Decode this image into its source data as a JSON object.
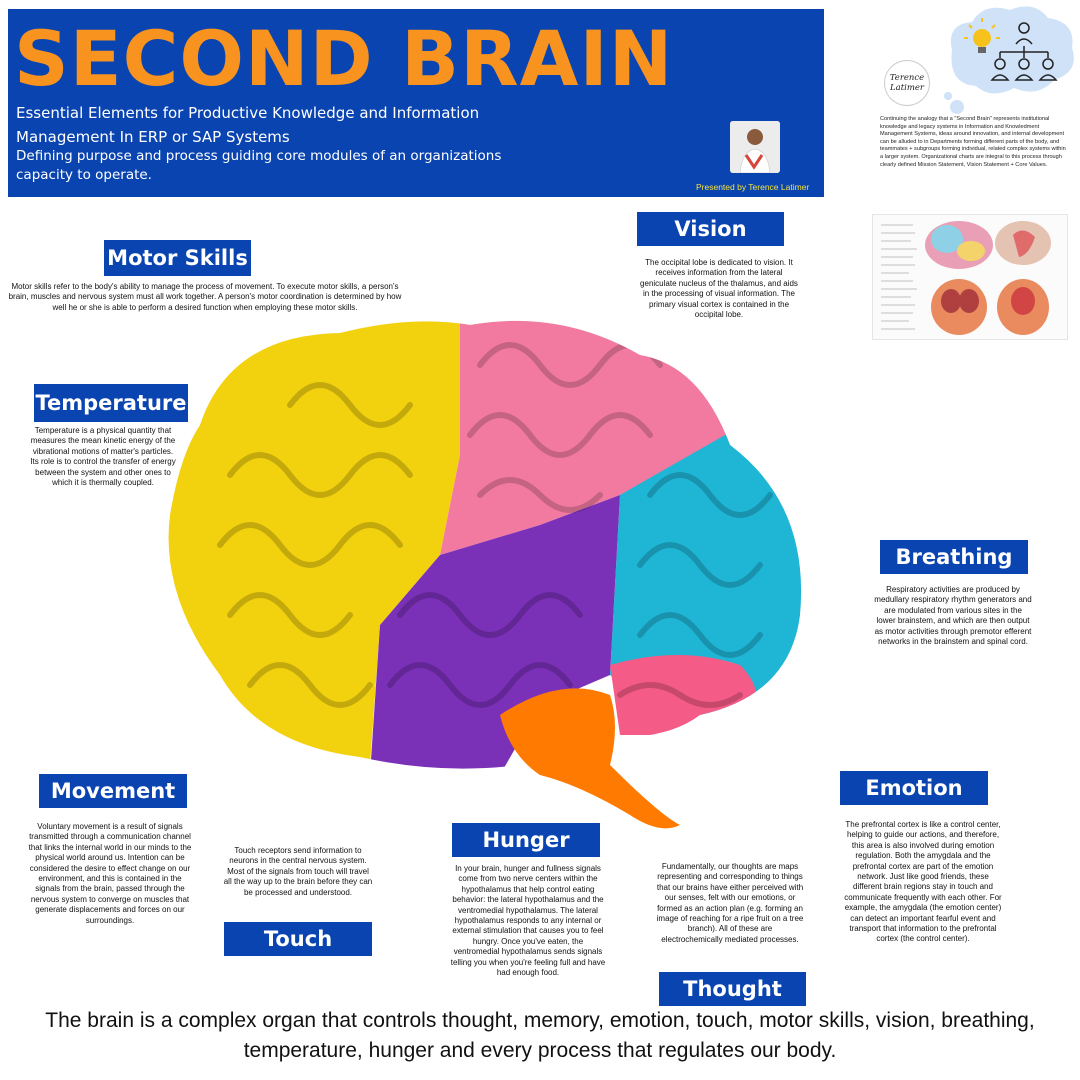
{
  "header": {
    "title": "SECOND BRAIN",
    "subtitle": "Essential Elements for Productive Knowledge and Information Management In ERP or SAP Systems",
    "subtitle2": "Defining purpose and process guiding core modules of an organizations capacity to operate.",
    "presenter": "Presented by Terence Latimer"
  },
  "logo": {
    "line1": "Terence",
    "line2": "Latimer"
  },
  "side_note": "Continuing the analogy that a \"Second Brain\" represents institutional knowledge and legacy systems in Information and Knowledment Management Systems, ideas around innovation, and internal development can be alluded to in Departments forming different parts of the body, and teammates + subgroups forming individual, related complex systems within a larger system. Organizational charts are integral to this process through clearly defined Mission Statement, Vision Statement + Core Values.",
  "sections": {
    "motor_skills": {
      "title": "Motor Skills",
      "text": "Motor skills refer to the body's ability to manage the process of movement. To execute motor skills, a person's brain, muscles and nervous system must all work together. A person's motor coordination is determined by how well he or she is able to perform a desired function when employing these motor skills."
    },
    "vision": {
      "title": "Vision",
      "text": "The occipital lobe is dedicated to vision. It receives information from the lateral geniculate nucleus of the thalamus, and aids in the processing of visual information. The primary visual cortex is contained in the occipital lobe."
    },
    "temperature": {
      "title": "Temperature",
      "text": "Temperature is a physical quantity that measures the mean kinetic energy of the vibrational motions of matter's particles. Its role is to control the transfer of energy between the system and other ones to which it is thermally coupled."
    },
    "breathing": {
      "title": "Breathing",
      "text": "Respiratory activities are produced by medullary respiratory rhythm generators and are modulated from various sites in the lower brainstem, and which are then output as motor activities through premotor efferent networks in the brainstem and spinal cord."
    },
    "movement": {
      "title": "Movement",
      "text": "Voluntary movement is a result of signals transmitted through a communication channel that links the internal world in our minds to the physical world around us. Intention can be considered the desire to effect change on our environment, and this is contained in the signals from the brain, passed through the nervous system to converge on muscles that generate displacements and forces on our surroundings."
    },
    "touch": {
      "title": "Touch",
      "text": "Touch receptors send information to neurons in the central nervous system. Most of the signals from touch will travel all the way up to the brain before they can be processed and understood."
    },
    "hunger": {
      "title": "Hunger",
      "text": "In your brain, hunger and fullness signals come from two nerve centers within the hypothalamus that help control eating behavior: the lateral hypothalamus and the ventromedial hypothalamus. The lateral hypothalamus responds to any internal or external stimulation that causes you to feel hungry. Once you've eaten, the ventromedial hypothalamus sends signals telling you when you're feeling full and have had enough food."
    },
    "thought": {
      "title": "Thought",
      "text": "Fundamentally, our thoughts are maps representing and corresponding to things that our brains have either perceived with our senses, felt with our emotions, or formed as an action plan (e.g. forming an image of reaching for a ripe fruit on a tree branch). All of these are electrochemically mediated processes."
    },
    "emotion": {
      "title": "Emotion",
      "text": "The prefrontal cortex is like a control center, helping to guide our actions, and therefore, this area is also involved during emotion regulation. Both the amygdala and the prefrontal cortex are part of the emotion network. Just like good friends, these different brain regions stay in touch and communicate frequently with each other. For example, the amygdala (the emotion center) can detect an important fearful event and transport that information to the prefrontal cortex (the control center)."
    }
  },
  "footer": "The brain is a complex organ that controls thought, memory, emotion, touch, motor skills, vision, breathing, temperature, hunger and every process that regulates our body.",
  "colors": {
    "header_bg": "#0a44b0",
    "title": "#f7931e",
    "lobe_frontal": "#f2d10f",
    "lobe_parietal": "#f27aa0",
    "lobe_occipital": "#1fb6d6",
    "lobe_temporal": "#7b30b8",
    "cerebellum": "#f45b86",
    "brainstem": "#ff7a00"
  }
}
